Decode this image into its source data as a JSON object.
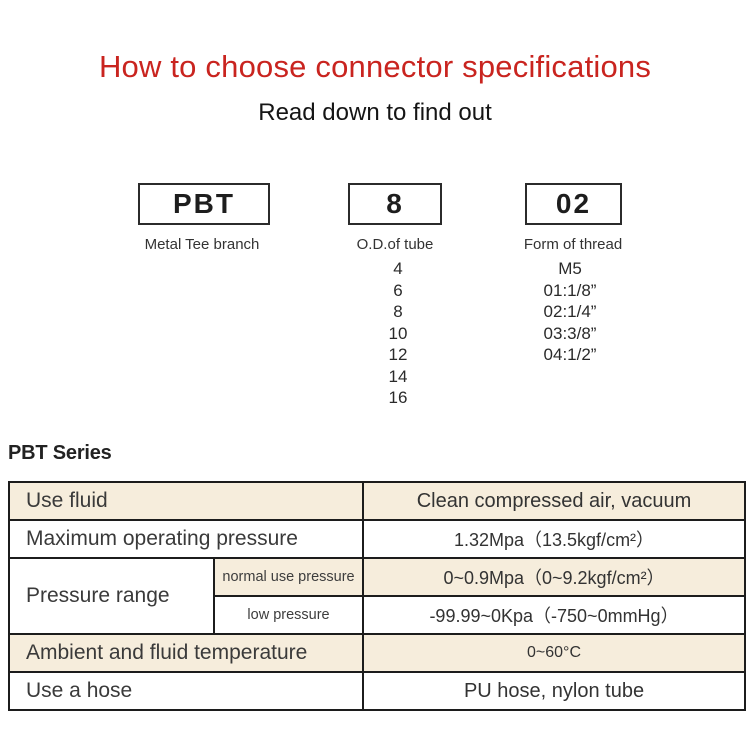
{
  "header": {
    "title": "How to choose connector specifications",
    "subtitle": "Read down to find out"
  },
  "diagram": {
    "columns": [
      {
        "code": "PBT",
        "caption": "Metal Tee branch",
        "options": []
      },
      {
        "code": "8",
        "caption": "O.D.of tube",
        "options": [
          "4",
          "6",
          "8",
          "10",
          "12",
          "14",
          "16"
        ]
      },
      {
        "code": "02",
        "caption": "Form of thread",
        "options": [
          "M5",
          "01:1/8”",
          "02:1/4”",
          "03:3/8”",
          "04:1/2”"
        ]
      }
    ]
  },
  "series": {
    "heading": "PBT Series"
  },
  "spec_table": {
    "rows": {
      "use_fluid": {
        "label": "Use fluid",
        "value": "Clean compressed air, vacuum"
      },
      "max_pressure": {
        "label": "Maximum operating pressure",
        "value": "1.32Mpa（13.5kgf/cm²）"
      },
      "pressure_range": {
        "label": "Pressure range",
        "normal": {
          "label": "normal use pressure",
          "value": "0~0.9Mpa（0~9.2kgf/cm²）"
        },
        "low": {
          "label": "low pressure",
          "value": "-99.99~0Kpa（-750~0mmHg）"
        }
      },
      "temperature": {
        "label": "Ambient and fluid temperature",
        "value": "0~60°C"
      },
      "hose": {
        "label": "Use a hose",
        "value": "PU hose, nylon tube"
      }
    }
  },
  "colors": {
    "accent_red": "#c9241f",
    "row_beige": "#f6eddc",
    "border_dark": "#1c1c1c",
    "text_dark": "#333333"
  }
}
